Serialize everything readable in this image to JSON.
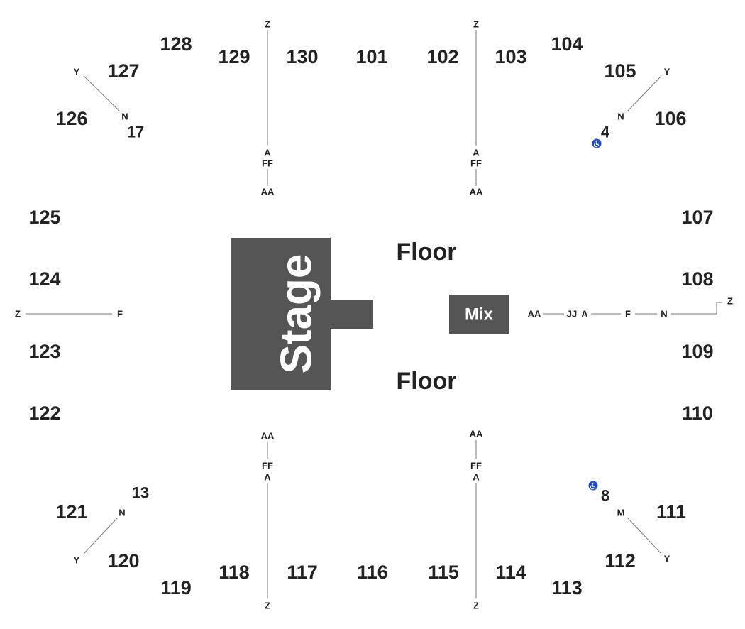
{
  "stage": {
    "label": "Stage"
  },
  "mix": {
    "label": "Mix"
  },
  "floor_labels": [
    "Floor",
    "Floor"
  ],
  "sections": [
    "128",
    "129",
    "130",
    "101",
    "102",
    "103",
    "104",
    "127",
    "105",
    "126",
    "106",
    "125",
    "107",
    "124",
    "108",
    "123",
    "109",
    "122",
    "110",
    "121",
    "111",
    "120",
    "112",
    "119",
    "118",
    "117",
    "116",
    "115",
    "114",
    "113"
  ],
  "row_markers": [
    "Z",
    "Z",
    "Y",
    "Y",
    "N",
    "N",
    "A",
    "FF",
    "AA",
    "A",
    "FF",
    "AA",
    "Z",
    "F",
    "AA",
    "JJ",
    "A",
    "F",
    "N",
    "Z",
    "AA",
    "FF",
    "A",
    "AA",
    "FF",
    "A",
    "N",
    "M",
    "Y",
    "Y",
    "Z",
    "Z"
  ],
  "gates": [
    "17",
    "4",
    "13",
    "8"
  ],
  "accessibility": {
    "icon": "wheelchair-icon",
    "color": "#1f4fbf"
  }
}
